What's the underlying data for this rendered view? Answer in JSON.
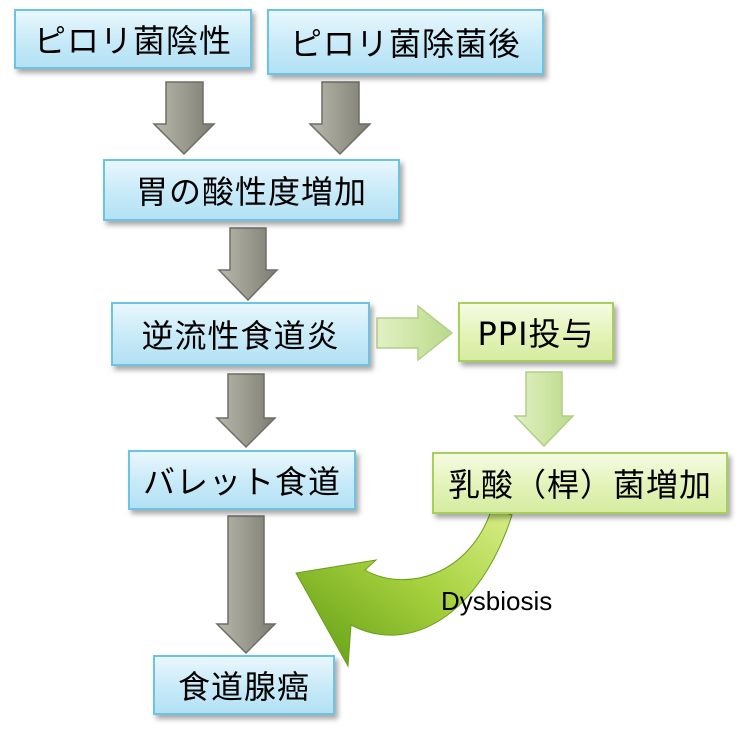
{
  "nodes": {
    "hp_negative": "ピロリ菌陰性",
    "hp_eradicated": "ピロリ菌除菌後",
    "acid_increase": "胃の酸性度増加",
    "reflux_esophagitis": "逆流性食道炎",
    "ppi": "PPI投与",
    "barrett": "バレット食道",
    "lactic_acid_bacteria": "乳酸（桿）菌増加",
    "adenocarcinoma": "食道腺癌"
  },
  "labels": {
    "dysbiosis": "Dysbiosis"
  },
  "colors": {
    "blue_box_fill": "#c7eaf8",
    "blue_box_border": "#6cc3e2",
    "green_box_fill": "#e3f3b8",
    "green_box_border": "#a9cf5b",
    "gray_arrow": "#8f8f82",
    "green_arrow_light": "#d6eab0",
    "green_curved_arrow": "#7fb81f"
  }
}
